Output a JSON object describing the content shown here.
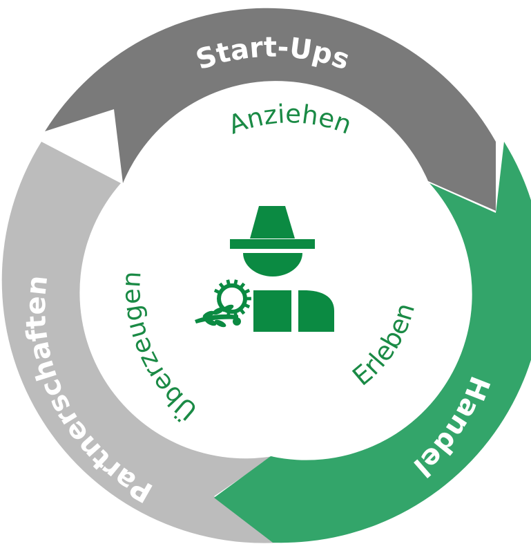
{
  "ring_segments": [
    {
      "id": "start-ups",
      "label": "Start-Ups",
      "color": "#7a7a7a"
    },
    {
      "id": "handel",
      "label": "Handel",
      "color": "#33a56a"
    },
    {
      "id": "partnerschaften",
      "label": "Partnerschaften",
      "color": "#bcbcbc"
    }
  ],
  "inner_labels": {
    "top": "Anziehen",
    "left": "Überzeugen",
    "right": "Erleben"
  },
  "icon": {
    "name": "farmer-icon",
    "color": "#0b8a42"
  }
}
